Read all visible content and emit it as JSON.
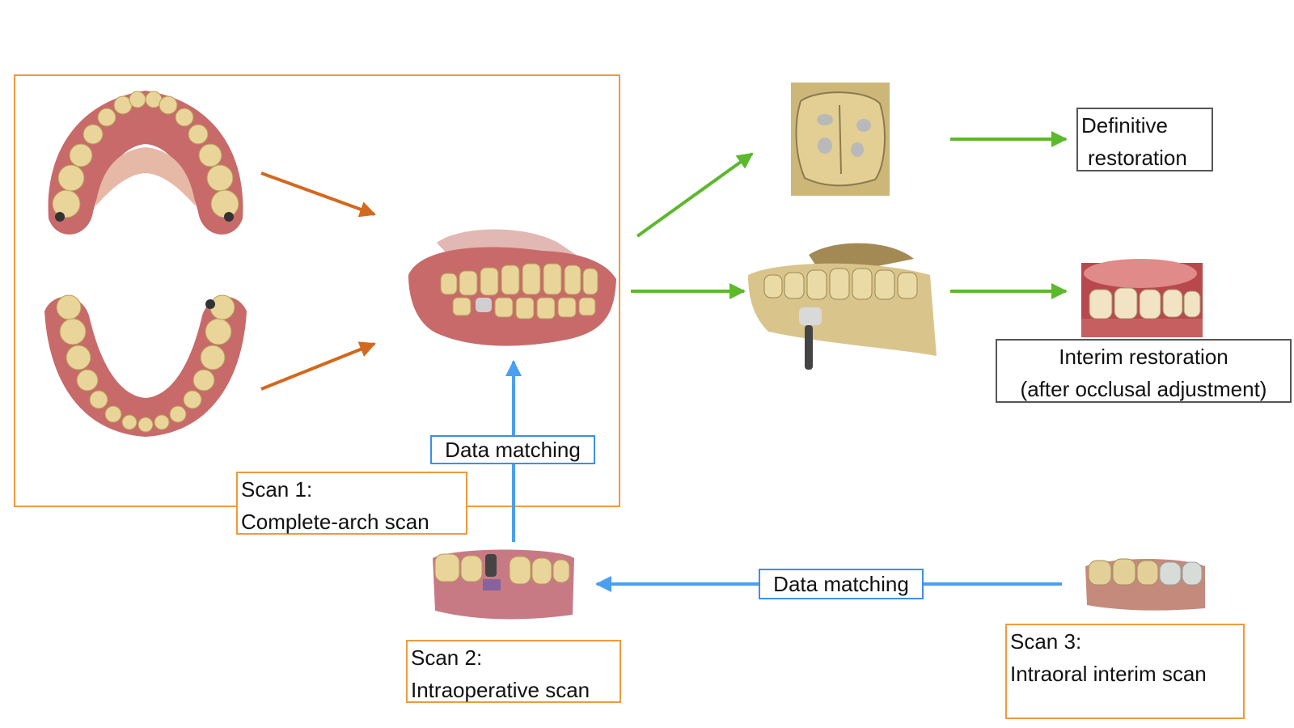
{
  "labels": {
    "scan1": {
      "line1": "Scan 1:",
      "line2": "Complete-arch scan"
    },
    "scan2": {
      "line1": "Scan 2:",
      "line2": "Intraoperative scan"
    },
    "scan3": {
      "line1": "Scan 3:",
      "line2": "Intraoral interim scan"
    },
    "definitive": {
      "line1": "Definitive",
      "line2": "restoration"
    },
    "interim": {
      "line1": "Interim restoration",
      "line2": "(after occlusal adjustment)"
    },
    "data_matching_vertical": "Data matching",
    "data_matching_horizontal": "Data matching"
  },
  "colors": {
    "orange_arrow": "#d2691e",
    "green_arrow": "#5cb82e",
    "blue_arrow": "#4a9ff0",
    "box_orange": "#ef9a3c",
    "box_gray": "#555555",
    "box_blue": "#3d8fe8",
    "gingiva": "#c86a6a",
    "tooth": "#e9d49a",
    "model_beige": "#d9c58c"
  },
  "images": {
    "upper_arch": "maxillary-arch-scan",
    "lower_arch": "mandibular-arch-scan",
    "occluded_model": "occluded-complete-arch-model",
    "definitive_design": "definitive-restoration-design",
    "interim_model": "interim-restoration-model",
    "interim_photo": "interim-restoration-intraoral-photo",
    "scan2_image": "intraoperative-scan-image",
    "scan3_image": "intraoral-interim-scan-image"
  }
}
